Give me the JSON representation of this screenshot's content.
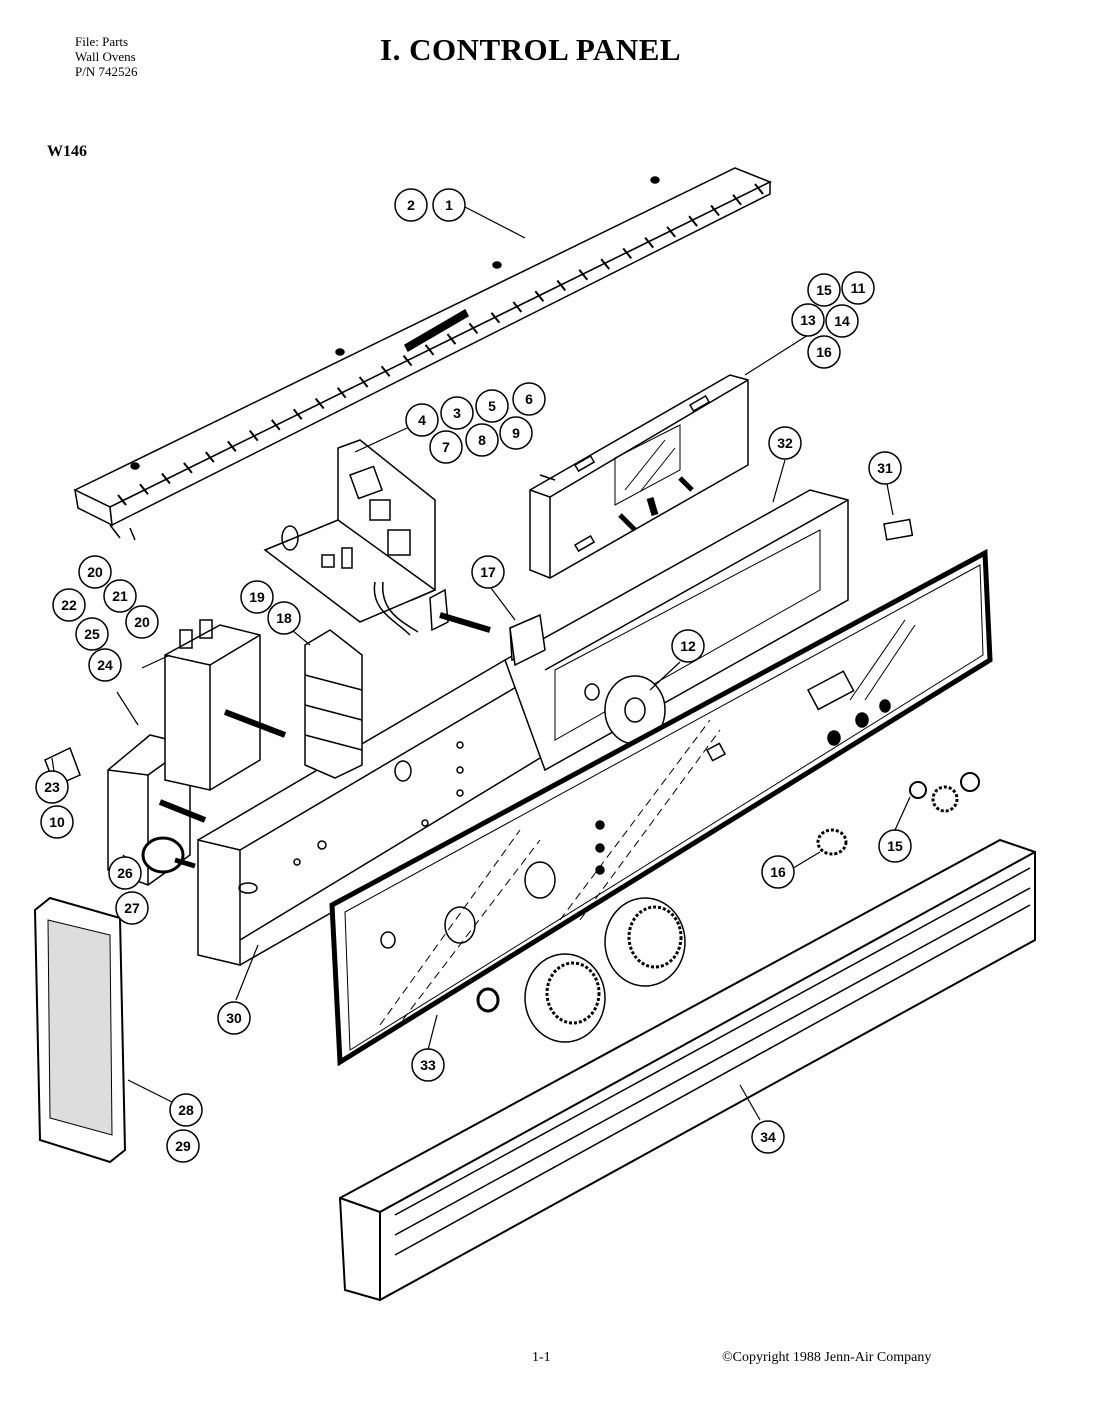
{
  "header": {
    "file_lines": [
      "File: Parts",
      "Wall Ovens",
      "P/N 742526"
    ],
    "title": "I. CONTROL PANEL",
    "model": "W146"
  },
  "footer": {
    "page": "1-1",
    "copyright": "©Copyright 1988 Jenn-Air Company"
  },
  "callouts": [
    {
      "label": "2"
    },
    {
      "label": "1"
    },
    {
      "label": "15"
    },
    {
      "label": "11"
    },
    {
      "label": "13"
    },
    {
      "label": "14"
    },
    {
      "label": "16"
    },
    {
      "label": "4"
    },
    {
      "label": "3"
    },
    {
      "label": "5"
    },
    {
      "label": "6"
    },
    {
      "label": "7"
    },
    {
      "label": "8"
    },
    {
      "label": "9"
    },
    {
      "label": "32"
    },
    {
      "label": "31"
    },
    {
      "label": "20"
    },
    {
      "label": "21"
    },
    {
      "label": "22"
    },
    {
      "label": "20"
    },
    {
      "label": "25"
    },
    {
      "label": "24"
    },
    {
      "label": "19"
    },
    {
      "label": "18"
    },
    {
      "label": "17"
    },
    {
      "label": "12"
    },
    {
      "label": "23"
    },
    {
      "label": "10"
    },
    {
      "label": "26"
    },
    {
      "label": "27"
    },
    {
      "label": "16"
    },
    {
      "label": "15"
    },
    {
      "label": "30"
    },
    {
      "label": "33"
    },
    {
      "label": "28"
    },
    {
      "label": "29"
    },
    {
      "label": "34"
    }
  ]
}
